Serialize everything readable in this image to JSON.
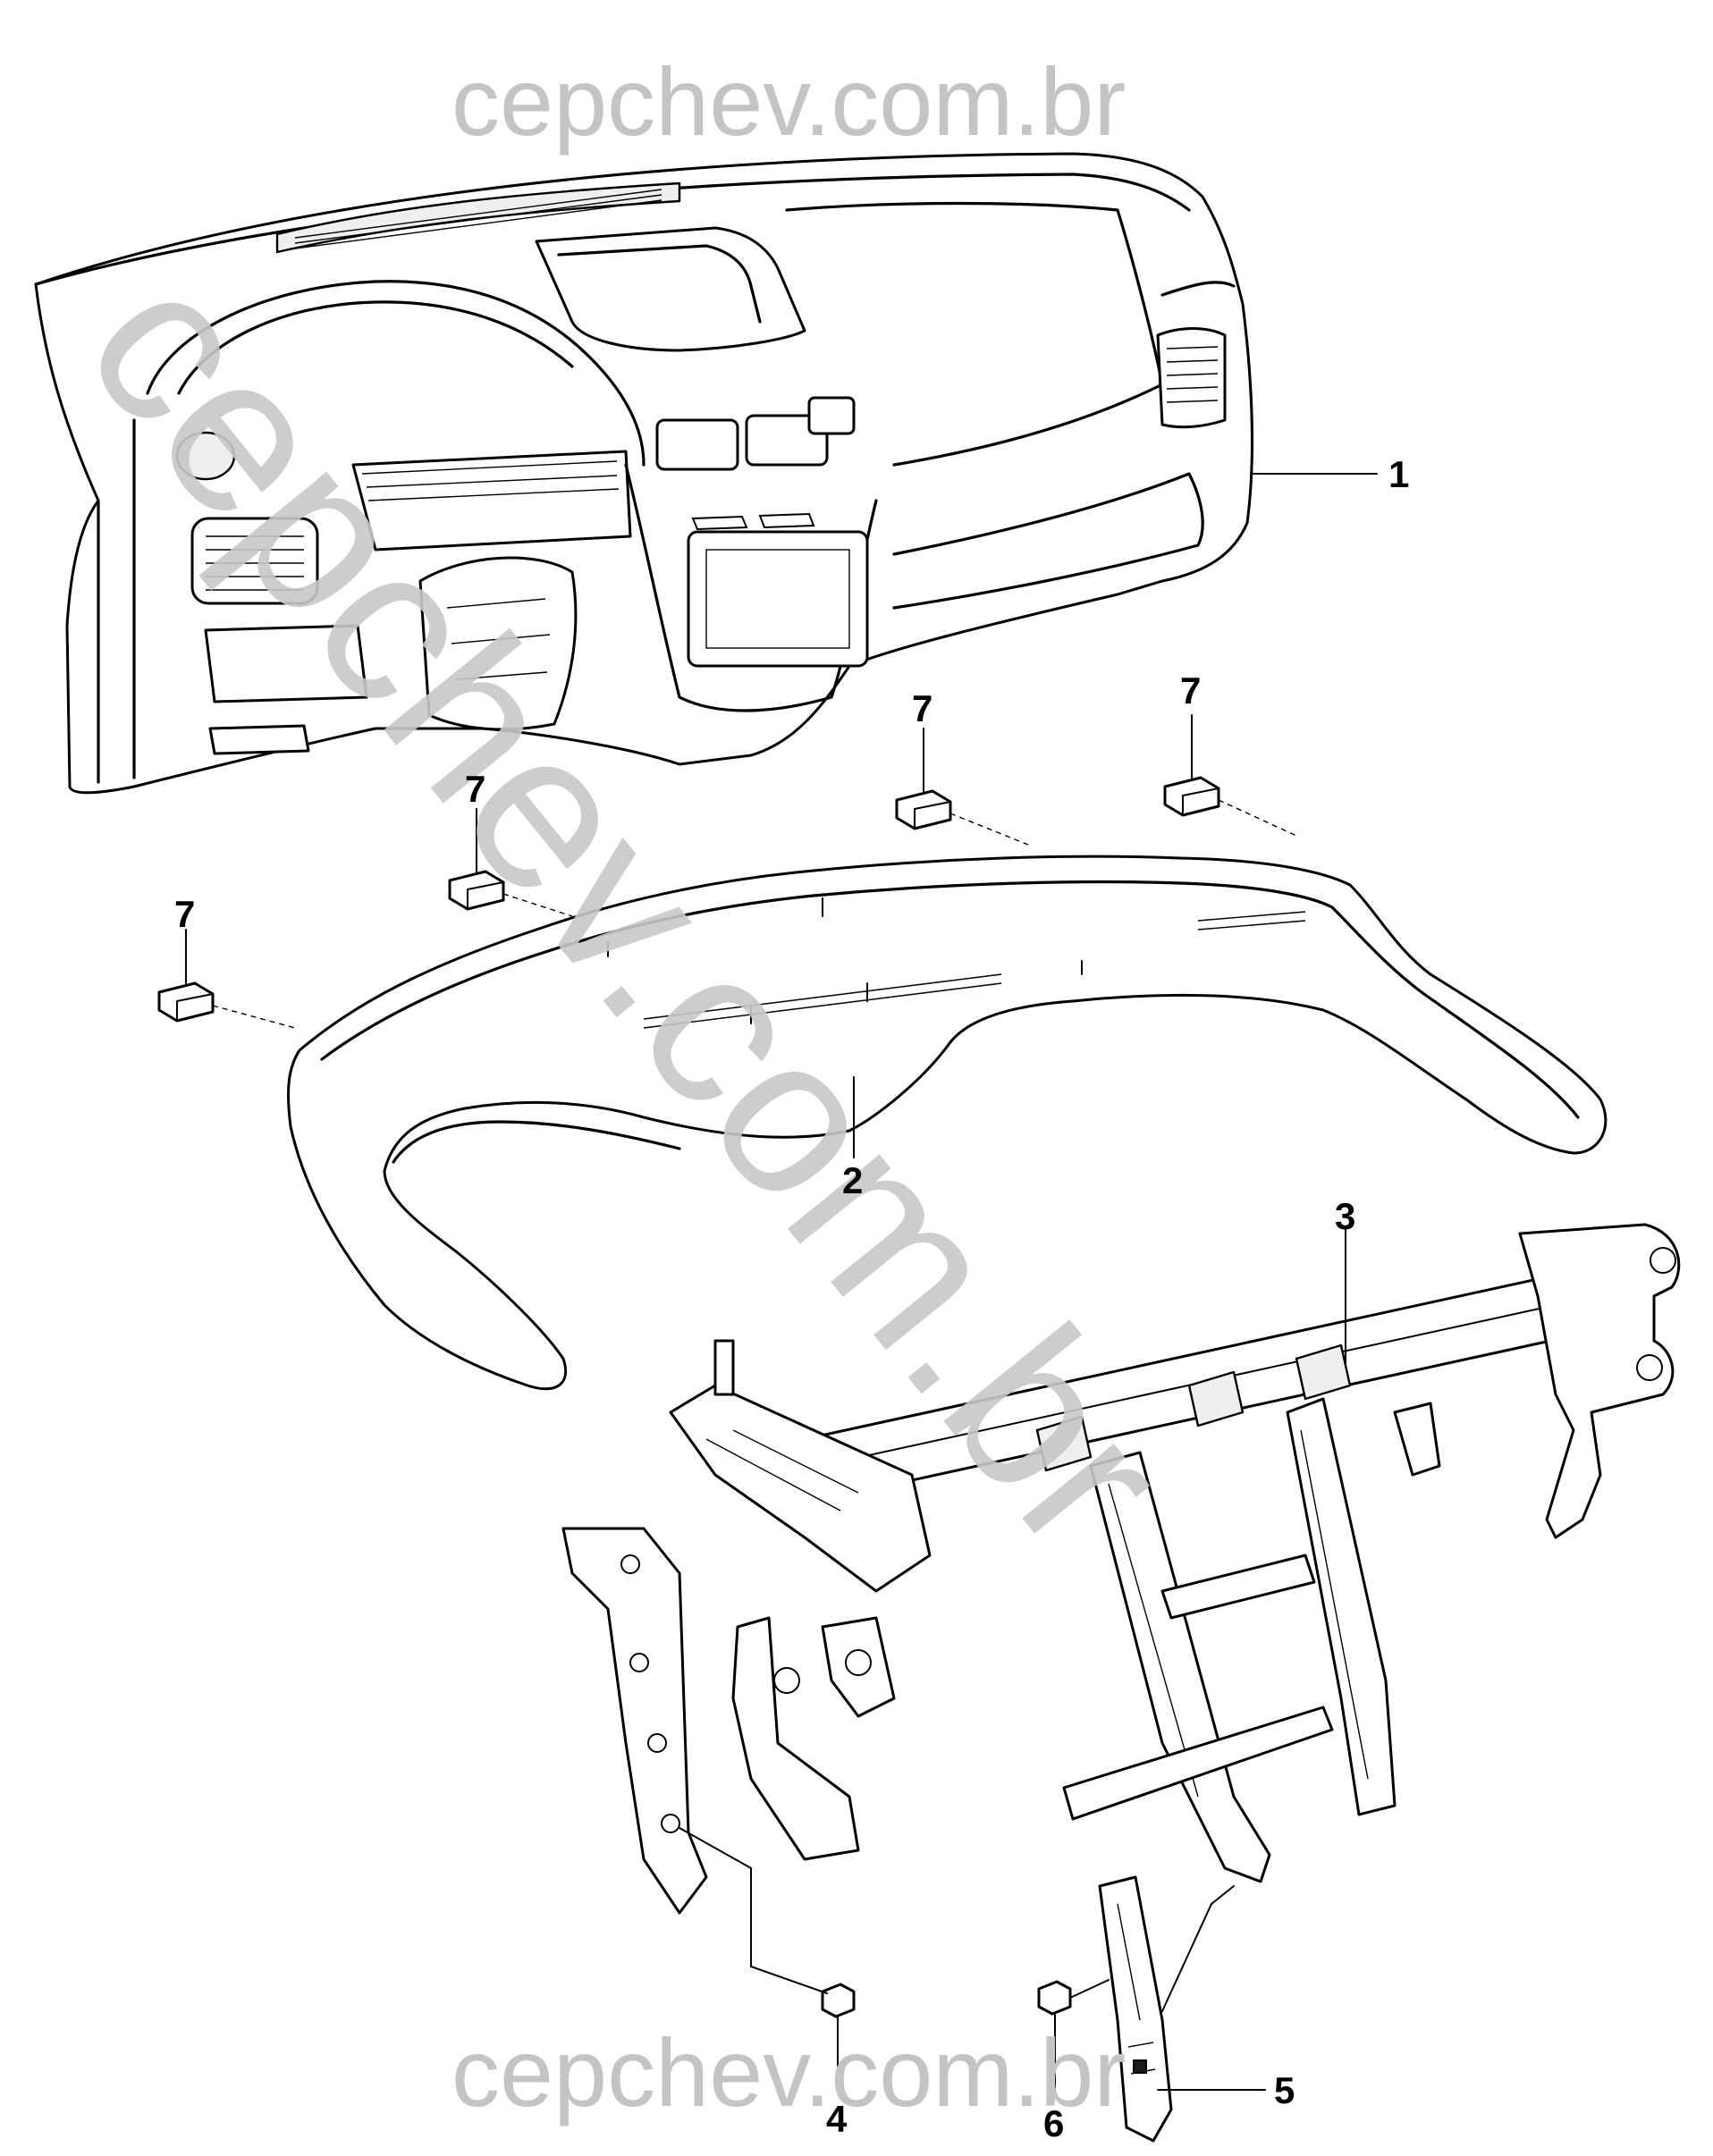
{
  "watermark": {
    "top": "cepchev.com.br",
    "diagonal": "cepchev.com.br",
    "bottom": "cepchev.com.br"
  },
  "callouts": [
    {
      "id": "1",
      "label": "1"
    },
    {
      "id": "2",
      "label": "2"
    },
    {
      "id": "3",
      "label": "3"
    },
    {
      "id": "4",
      "label": "4"
    },
    {
      "id": "5",
      "label": "5"
    },
    {
      "id": "6",
      "label": "6"
    },
    {
      "id": "7a",
      "label": "7"
    },
    {
      "id": "7b",
      "label": "7"
    },
    {
      "id": "7c",
      "label": "7"
    },
    {
      "id": "7d",
      "label": "7"
    }
  ]
}
